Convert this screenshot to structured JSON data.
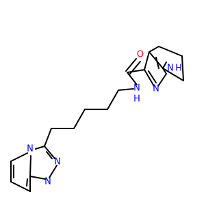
{
  "colors": {
    "bond": "#000000",
    "O": "#ff0000",
    "N": "#0000ff",
    "background": "#ffffff"
  },
  "atoms": [
    {
      "id": "O1",
      "label": "O",
      "color_key": "O"
    },
    {
      "id": "N_amide",
      "label": "N",
      "color_key": "N"
    },
    {
      "id": "H_amide",
      "label": "H",
      "color_key": "N"
    },
    {
      "id": "N_pyrazole_H",
      "label": "N",
      "color_key": "N"
    },
    {
      "id": "H_pyrazole",
      "label": "H",
      "color_key": "N"
    },
    {
      "id": "N_pyrazole",
      "label": "N",
      "color_key": "N"
    },
    {
      "id": "N_triazole_bridge",
      "label": "N",
      "color_key": "N"
    },
    {
      "id": "N_triazole_1",
      "label": "N",
      "color_key": "N"
    },
    {
      "id": "N_triazole_2",
      "label": "N",
      "color_key": "N"
    }
  ]
}
